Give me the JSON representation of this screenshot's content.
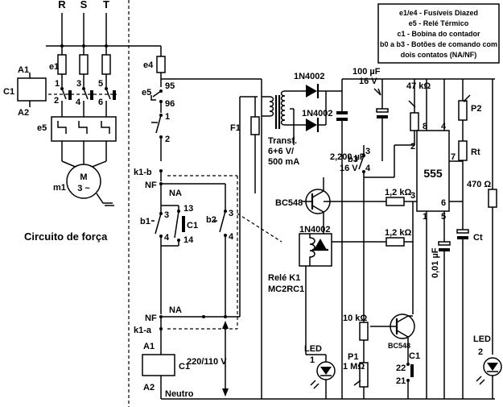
{
  "phases": [
    "R",
    "S",
    "T"
  ],
  "legend": {
    "line1": "e1/e4 - Fusíveis Diazed",
    "line2": "e5 - Relé Térmico",
    "line3": "c1 - Bobina do contador",
    "line4": "b0 a b3 - Botões de comando com",
    "line5": "dois contatos (NA/NF)"
  },
  "power_circuit": {
    "title": "Circuito de força",
    "fuse_label": "e1",
    "relay_label": "e5",
    "motor_label": "M",
    "motor_sub": "3 ~",
    "motor_ref": "m1",
    "contactor": {
      "label": "C1",
      "a1": "A1",
      "a2": "A2"
    },
    "terminals": [
      "1",
      "3",
      "5",
      "2",
      "4",
      "6"
    ]
  },
  "control": {
    "e4": "e4",
    "e5": "e5",
    "t95": "95",
    "t96": "96",
    "t1": "1",
    "t2": "2",
    "k1b": "k1-b",
    "nf1": "NF",
    "na1": "NA",
    "b1": "b1",
    "b1_3": "3",
    "b1_4": "4",
    "c1_contact": "C1",
    "c1_13": "13",
    "c1_14": "14",
    "b2": "b2",
    "b2_3": "3",
    "b2_4": "4",
    "nf2": "NF",
    "na2": "NA",
    "k1a": "k1-a",
    "coil": "C1",
    "a1": "A1",
    "a2": "A2",
    "neutro": "Neutro",
    "voltage": "220/110 V",
    "f1": "F1"
  },
  "electronics": {
    "diode1": "1N4002",
    "diode2": "1N4002",
    "diode3": "1N4002",
    "transformer": "Transf.",
    "transformer_v": "6+6 V/",
    "transformer_i": "500 mA",
    "cap_filter": "2,200 µF",
    "cap_filter_v": "16 V",
    "cap100": "100 µF",
    "cap100_v": "16 V",
    "res47k": "47 kΩ",
    "b3": "b3",
    "b3_3": "3",
    "b3_4": "4",
    "transistor1": "BC548",
    "res12k_a": "1,2 kΩ",
    "res12k_b": "1,2 kΩ",
    "relay": "Relé K1",
    "relay_model": "MC2RC1",
    "ic": "555",
    "pin8": "8",
    "pin4": "4",
    "pin2": "2",
    "pin7": "7",
    "pin3": "3",
    "pin6": "6",
    "pin1": "1",
    "pin5": "5",
    "p2": "P2",
    "rt": "Rt",
    "res470": "470 Ω",
    "ct": "Ct",
    "cap001": "0,01 µF",
    "res10k": "10 kΩ",
    "p1": "P1",
    "p1_val": "1 MΩ",
    "transistor2": "BC548",
    "c1": "C1",
    "c1_22": "22",
    "c1_21": "21",
    "led1": "LED",
    "led1_n": "1",
    "led2": "LED",
    "led2_n": "2"
  }
}
